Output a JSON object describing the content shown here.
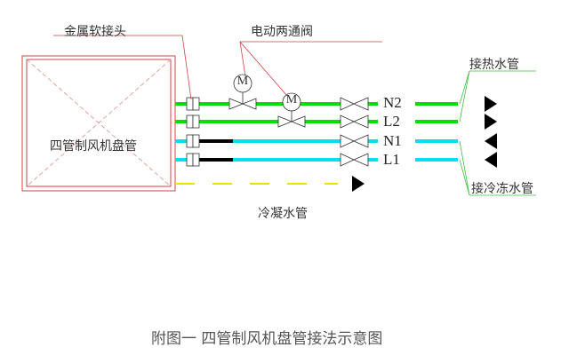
{
  "labels": {
    "metal_hose": "金属软接头",
    "two_way_valve": "电动两通阀",
    "fan_coil": "四管制风机盘管",
    "hot_water": "接热水管",
    "chilled_water": "接冷冻水管",
    "condensate": "冷凝水管",
    "motor": "M",
    "caption": "附图一   四管制风机盘管接法示意图"
  },
  "pipes": [
    {
      "name": "N2",
      "color": "#00e000"
    },
    {
      "name": "L2",
      "color": "#00e000"
    },
    {
      "name": "N1",
      "color": "#00e0f0"
    },
    {
      "name": "L1",
      "color": "#00e0f0"
    }
  ],
  "colors": {
    "hot_pipe": "#00e000",
    "chilled_pipe": "#00e0f0",
    "condensate_pipe": "#f0e000",
    "leader_line": "#d04040",
    "annotation_line": "#40c040",
    "coil_box": "#d04040",
    "black_segment": "#000000"
  }
}
